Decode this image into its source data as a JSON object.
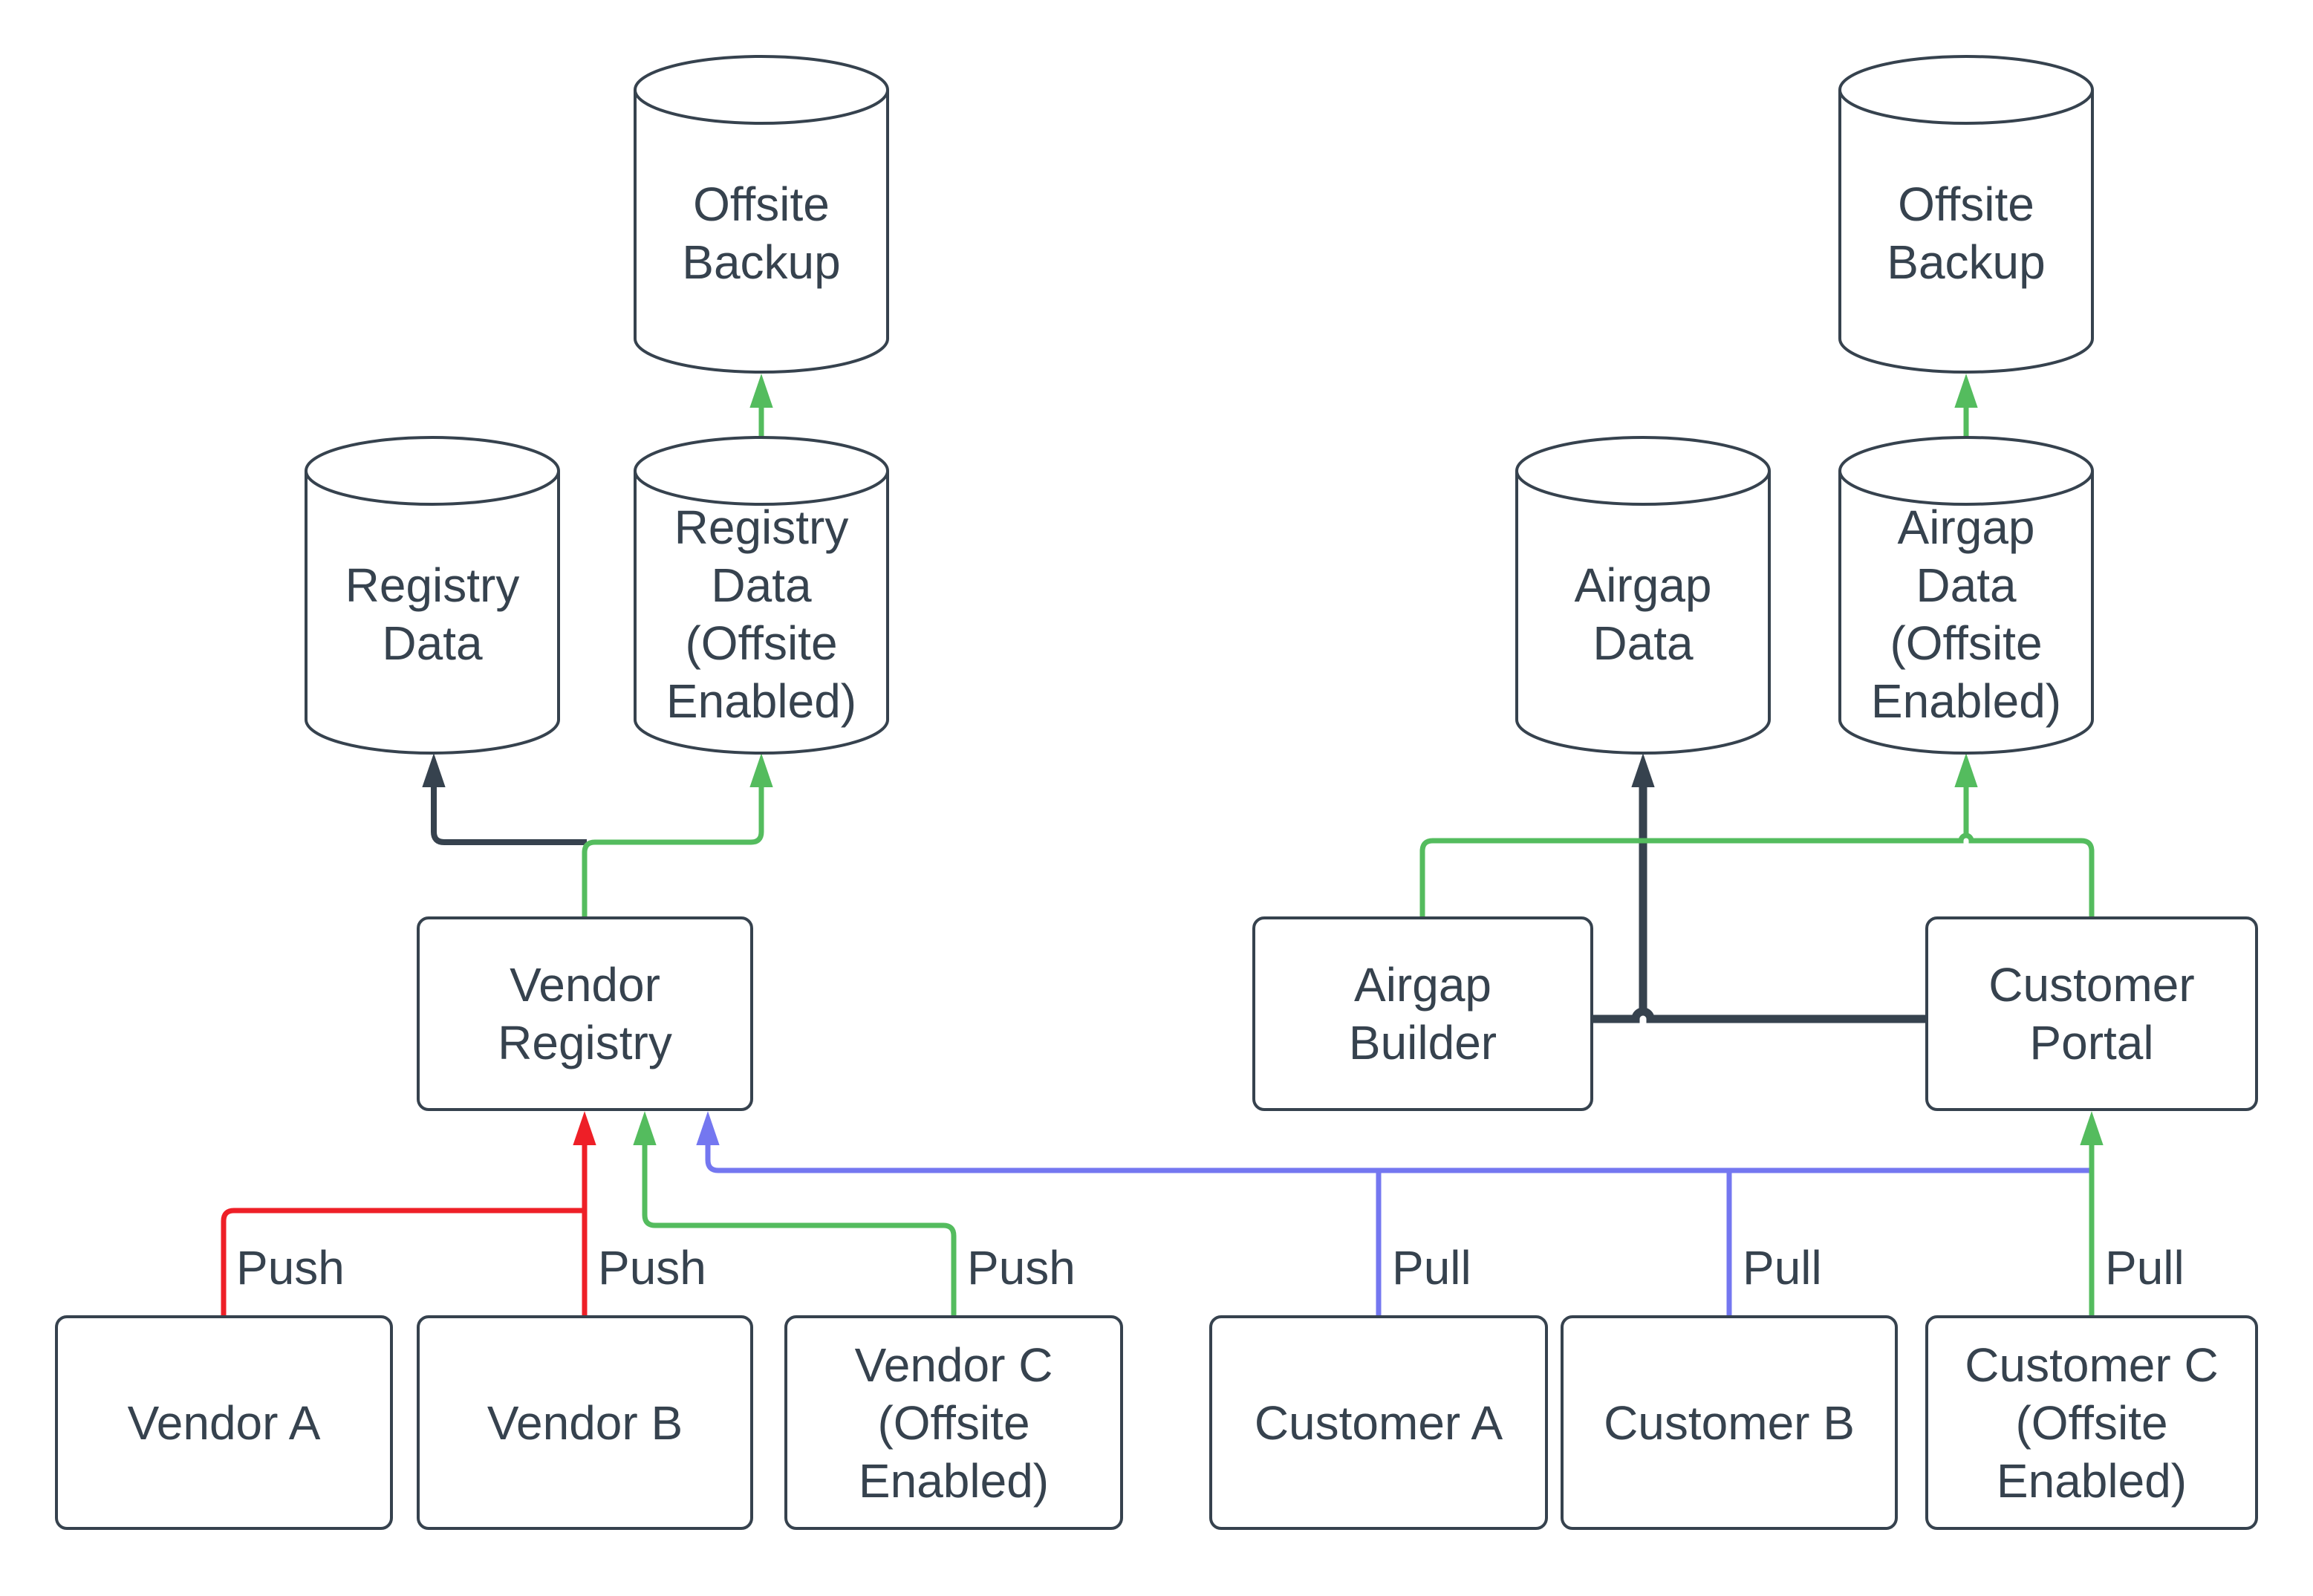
{
  "diagram": {
    "type": "architecture-flow-diagram",
    "background": "#ffffff",
    "colors": {
      "node_stroke": "#36424e",
      "node_fill": "#ffffff",
      "text": "#36424e",
      "push_vendor_ab": "#ee1f27",
      "offsite_flow": "#54bc5e",
      "pull_customer_ab": "#7477f0",
      "internal_flow": "#36424e"
    },
    "nodes": {
      "offsite_backup_left": {
        "label": "Offsite\nBackup",
        "shape": "cylinder"
      },
      "registry_data": {
        "label": "Registry\nData",
        "shape": "cylinder"
      },
      "registry_data_offsite": {
        "label": "Registry\nData\n(Offsite\nEnabled)",
        "shape": "cylinder"
      },
      "airgap_data": {
        "label": "Airgap\nData",
        "shape": "cylinder"
      },
      "airgap_data_offsite": {
        "label": "Airgap\nData\n(Offsite\nEnabled)",
        "shape": "cylinder"
      },
      "offsite_backup_right": {
        "label": "Offsite\nBackup",
        "shape": "cylinder"
      },
      "vendor_registry": {
        "label": "Vendor\nRegistry",
        "shape": "rect"
      },
      "airgap_builder": {
        "label": "Airgap\nBuilder",
        "shape": "rect"
      },
      "customer_portal": {
        "label": "Customer\nPortal",
        "shape": "rect"
      },
      "vendor_a": {
        "label": "Vendor A",
        "shape": "rect"
      },
      "vendor_b": {
        "label": "Vendor B",
        "shape": "rect"
      },
      "vendor_c": {
        "label": "Vendor C\n(Offsite\nEnabled)",
        "shape": "rect"
      },
      "customer_a": {
        "label": "Customer A",
        "shape": "rect"
      },
      "customer_b": {
        "label": "Customer B",
        "shape": "rect"
      },
      "customer_c": {
        "label": "Customer C\n(Offsite\nEnabled)",
        "shape": "rect"
      }
    },
    "edge_labels": {
      "push_vendor_a": "Push",
      "push_vendor_b": "Push",
      "push_vendor_c": "Push",
      "pull_customer_a": "Pull",
      "pull_customer_b": "Pull",
      "pull_customer_c": "Pull"
    }
  }
}
